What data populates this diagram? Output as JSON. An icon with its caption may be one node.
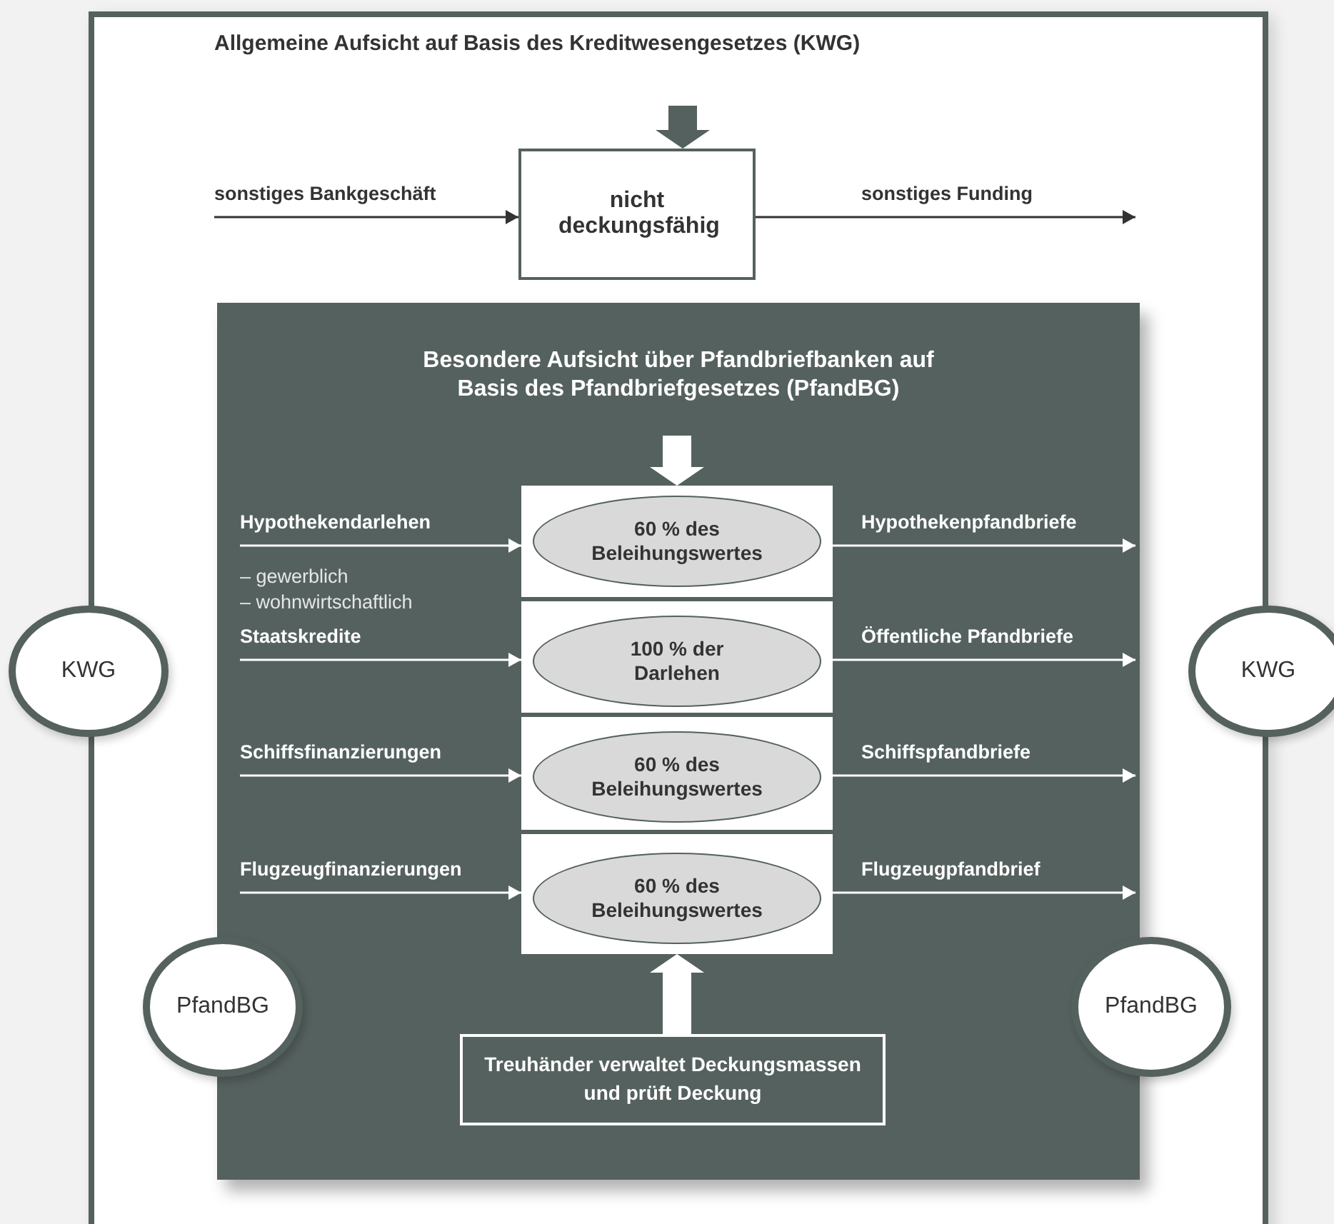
{
  "diagram": {
    "nodes": [
      {
        "text": [],
        "shape": "box"
      },
      {
        "text": [
          "Allgemeine Aufsicht auf Basis des Kreditwesengesetzes (KWG)"
        ],
        "in": 0
      },
      {
        "text": [
          "nicht deckungsfähig"
        ],
        "in": 0
      },
      {
        "text": [],
        "shape": "box",
        "in": 0
      },
      {
        "text": [
          "Besondere Aufsicht über Pfandbriefbanken auf Basis des Pfandbriefgesetzes (PfandBG)"
        ],
        "in": 3
      },
      {
        "text": [],
        "shape": "box",
        "in": 3
      },
      {
        "text": [],
        "shape": "box",
        "in": 5
      },
      {
        "text": [],
        "shape": "box",
        "in": 5
      },
      {
        "text": [],
        "shape": "box",
        "in": 5
      },
      {
        "text": [],
        "shape": "box",
        "in": 5
      },
      {
        "text": [
          "60 % des Beleihungswertes"
        ],
        "in": 6
      },
      {
        "text": [
          "100 % der Darlehen"
        ],
        "in": 7
      },
      {
        "text": [
          "60 % des Beleihungswertes"
        ],
        "in": 8
      },
      {
        "text": [
          "60 % des Beleihungswertes"
        ],
        "in": 9
      },
      {
        "text": [
          "Treuhänder verwaltet Deckungsmassen und prüft Deckung"
        ],
        "in": 3
      },
      {
        "text": [
          "KWG"
        ]
      },
      {
        "text": [
          "KWG"
        ]
      },
      {
        "text": [
          "PfandBG"
        ],
        "in": 0
      },
      {
        "text": [
          "PfandBG"
        ],
        "in": 0
      }
    ],
    "edges": [
      {
        "from": 1,
        "to": 2,
        "arrow": "to",
        "style": "thick",
        "color": "#55615e"
      },
      {
        "from": null,
        "to": 2,
        "arrow": "to",
        "label": "sonstiges Bankgeschäft",
        "color": "#333333"
      },
      {
        "from": 2,
        "to": null,
        "arrow": "to",
        "label": "sonstiges Funding",
        "color": "#333333"
      },
      {
        "from": 4,
        "to": 5,
        "arrow": "to",
        "style": "thick"
      },
      {
        "from": null,
        "to": 6,
        "arrow": "to",
        "label": "Hypothekendarlehen"
      },
      {
        "from": null,
        "to": 7,
        "arrow": "to",
        "label": "Staatskredite"
      },
      {
        "from": null,
        "to": 8,
        "arrow": "to",
        "label": "Schiffsfinanzierungen"
      },
      {
        "from": null,
        "to": 9,
        "arrow": "to",
        "label": "Flugzeugfinanzierungen"
      },
      {
        "from": 6,
        "to": null,
        "arrow": "to",
        "label": "Hypothekenpfandbriefe"
      },
      {
        "from": 7,
        "to": null,
        "arrow": "to",
        "label": "Öffentliche Pfandbriefe"
      },
      {
        "from": 8,
        "to": null,
        "arrow": "to",
        "label": "Schiffspfandbriefe"
      },
      {
        "from": 9,
        "to": null,
        "arrow": "to",
        "label": "Flugzeugpfandbrief"
      },
      {
        "from": 14,
        "to": 5,
        "arrow": "to",
        "style": "thick"
      }
    ],
    "labels": [
      "– gewerblich",
      "– wohnwirtschaftlich"
    ]
  }
}
